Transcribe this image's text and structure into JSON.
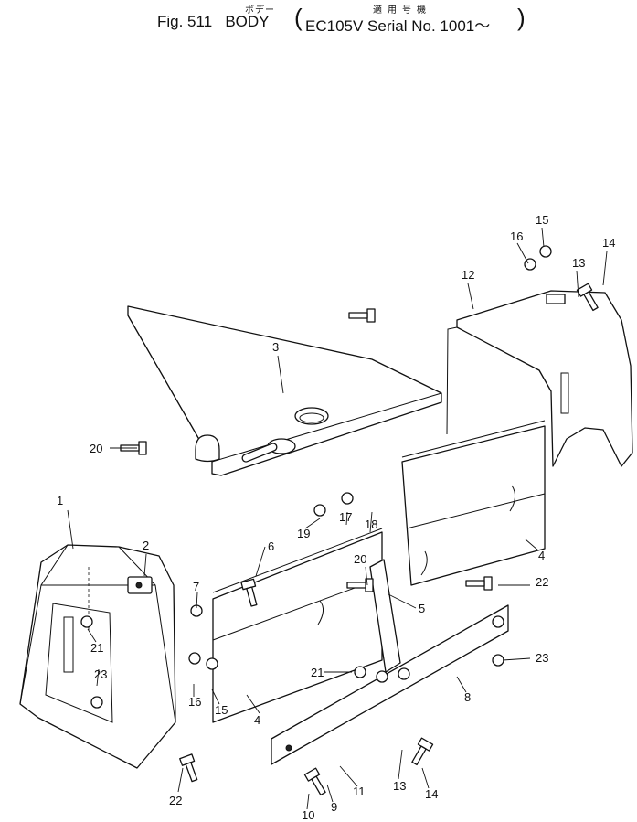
{
  "header": {
    "jp_body": "ボデー",
    "jp_models": "適用号機",
    "figure_label": "Fig. 511   BODY",
    "serial": "EC105V Serial No. 1001～"
  },
  "callouts": [
    {
      "id": "c1",
      "label": "1"
    },
    {
      "id": "c2",
      "label": "2"
    },
    {
      "id": "c3",
      "label": "3"
    },
    {
      "id": "c4a",
      "label": "4"
    },
    {
      "id": "c4b",
      "label": "4"
    },
    {
      "id": "c5",
      "label": "5"
    },
    {
      "id": "c6",
      "label": "6"
    },
    {
      "id": "c7",
      "label": "7"
    },
    {
      "id": "c8",
      "label": "8"
    },
    {
      "id": "c9",
      "label": "9"
    },
    {
      "id": "c10",
      "label": "10"
    },
    {
      "id": "c11",
      "label": "11"
    },
    {
      "id": "c12",
      "label": "12"
    },
    {
      "id": "c13a",
      "label": "13"
    },
    {
      "id": "c13b",
      "label": "13"
    },
    {
      "id": "c14a",
      "label": "14"
    },
    {
      "id": "c14b",
      "label": "14"
    },
    {
      "id": "c15a",
      "label": "15"
    },
    {
      "id": "c15b",
      "label": "15"
    },
    {
      "id": "c16a",
      "label": "16"
    },
    {
      "id": "c16b",
      "label": "16"
    },
    {
      "id": "c17",
      "label": "17"
    },
    {
      "id": "c18",
      "label": "18"
    },
    {
      "id": "c19",
      "label": "19"
    },
    {
      "id": "c20a",
      "label": "20"
    },
    {
      "id": "c20b",
      "label": "20"
    },
    {
      "id": "c21a",
      "label": "21"
    },
    {
      "id": "c21b",
      "label": "21"
    },
    {
      "id": "c22a",
      "label": "22"
    },
    {
      "id": "c22b",
      "label": "22"
    },
    {
      "id": "c23a",
      "label": "23"
    },
    {
      "id": "c23b",
      "label": "23"
    }
  ]
}
